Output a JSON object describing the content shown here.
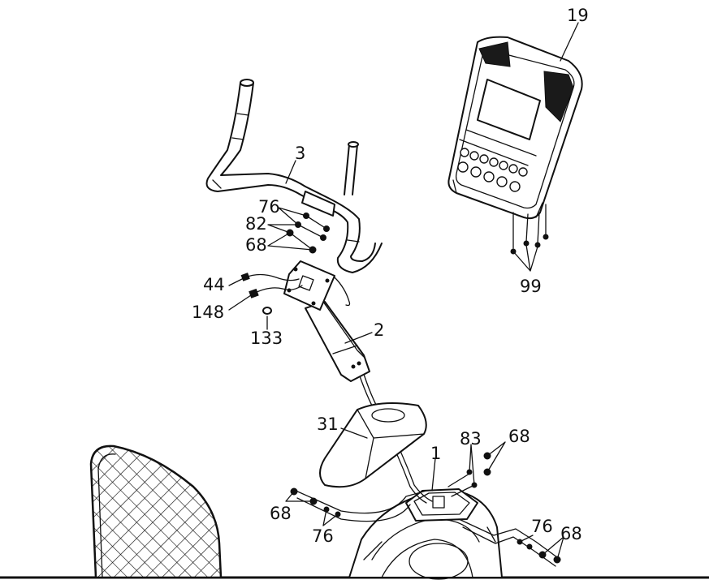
{
  "diagram": {
    "callouts": {
      "c19": "19",
      "c3": "3",
      "c76a": "76",
      "c82": "82",
      "c68a": "68",
      "c44": "44",
      "c148": "148",
      "c133": "133",
      "c2": "2",
      "c99": "99",
      "c31": "31",
      "c83": "83",
      "c68b": "68",
      "c1": "1",
      "c68c": "68",
      "c76b": "76",
      "c76c": "76",
      "c68d": "68"
    }
  }
}
